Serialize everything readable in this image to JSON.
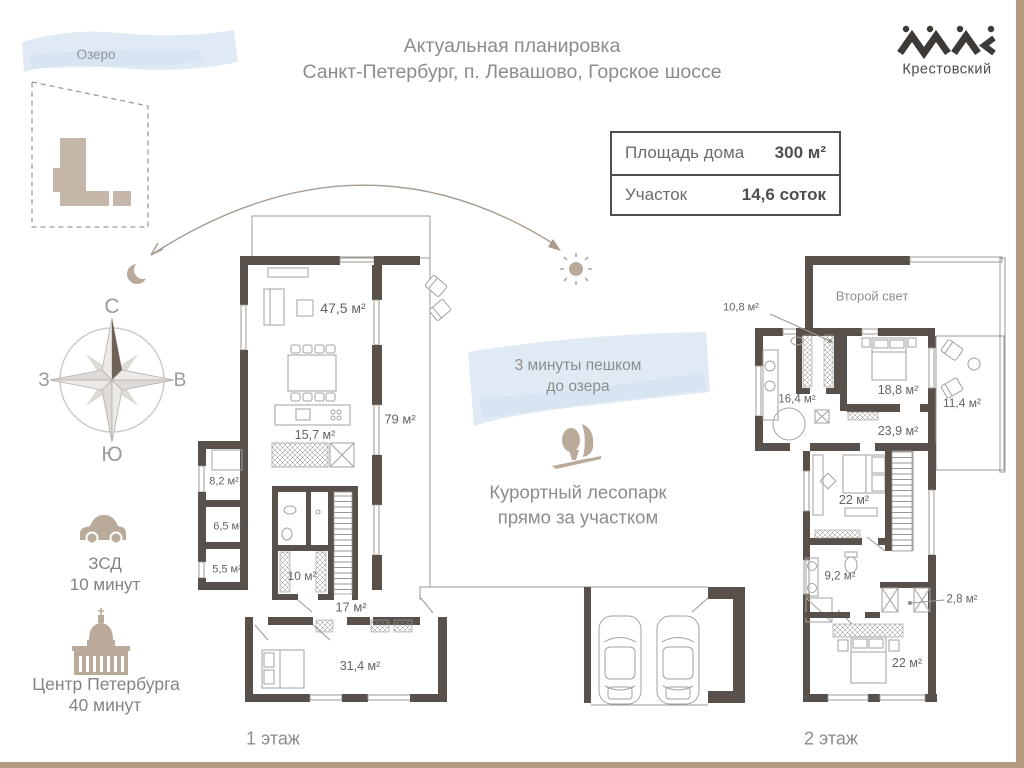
{
  "colors": {
    "wall": "#57504b",
    "thin_line": "#9c9892",
    "taupe_icon": "#b9aa9a",
    "footprint": "#c4b6a8",
    "blue_band": "#dfeaf5",
    "text_gray": "#8c8c8c",
    "room_label": "#636363",
    "frame_border": "#b49a80",
    "logo_dark": "#3d3936"
  },
  "header": {
    "title_line1": "Актуальная планировка",
    "title_line2": "Санкт-Петербург, п. Левашово, Горское шоссе"
  },
  "logo": {
    "name": "Крестовский",
    "mark_icon": "zigzag-peaks-icon"
  },
  "site": {
    "lake_label": "Озеро"
  },
  "info_box": {
    "rows": [
      {
        "label": "Площадь дома",
        "value": "300 м²"
      },
      {
        "label": "Участок",
        "value": "14,6 соток"
      }
    ]
  },
  "compass": {
    "n": "С",
    "e": "В",
    "s": "Ю",
    "w": "З"
  },
  "poi": {
    "zsd_line1": "ЗСД",
    "zsd_line2": "10 минут",
    "center_line1": "Центр Петербурга",
    "center_line2": "40 минут"
  },
  "notes": {
    "lake_line1": "3 минуты пешком",
    "lake_line2": "до озера",
    "park_line1": "Курортный лесопарк",
    "park_line2": "прямо за участком"
  },
  "icons": {
    "compass": "compass-rose-icon",
    "car": "car-icon",
    "cathedral": "cathedral-icon",
    "tree": "forest-tree-icon",
    "sun": "sun-icon",
    "moon": "crescent-moon-icon",
    "arrow": "sun-path-arrow-icon",
    "cars_top_view": "two-cars-icon"
  },
  "floor1": {
    "label": "1 этаж",
    "rooms": {
      "living": "47,5 м²",
      "deck": "79 м²",
      "kitchen": "15,7 м²",
      "room_8_2": "8,2 м²",
      "room_6_5": "6,5 м²",
      "room_5_5": "5,5 м²",
      "room_10": "10 м²",
      "hall_17": "17 м²",
      "bedroom_31_4": "31,4 м²"
    }
  },
  "floor2": {
    "label": "2 этаж",
    "void_label": "Второй свет",
    "rooms": {
      "room_10_8": "10,8 м²",
      "bath_16_4": "16,4 м²",
      "bedroom_18_8": "18,8 м²",
      "terrace_11_4": "11,4 м²",
      "hall_23_9": "23,9 м²",
      "bedroom_22a": "22 м²",
      "bath_9_2": "9,2 м²",
      "closet_2_8": "2,8 м²",
      "bedroom_22b": "22 м²"
    }
  }
}
